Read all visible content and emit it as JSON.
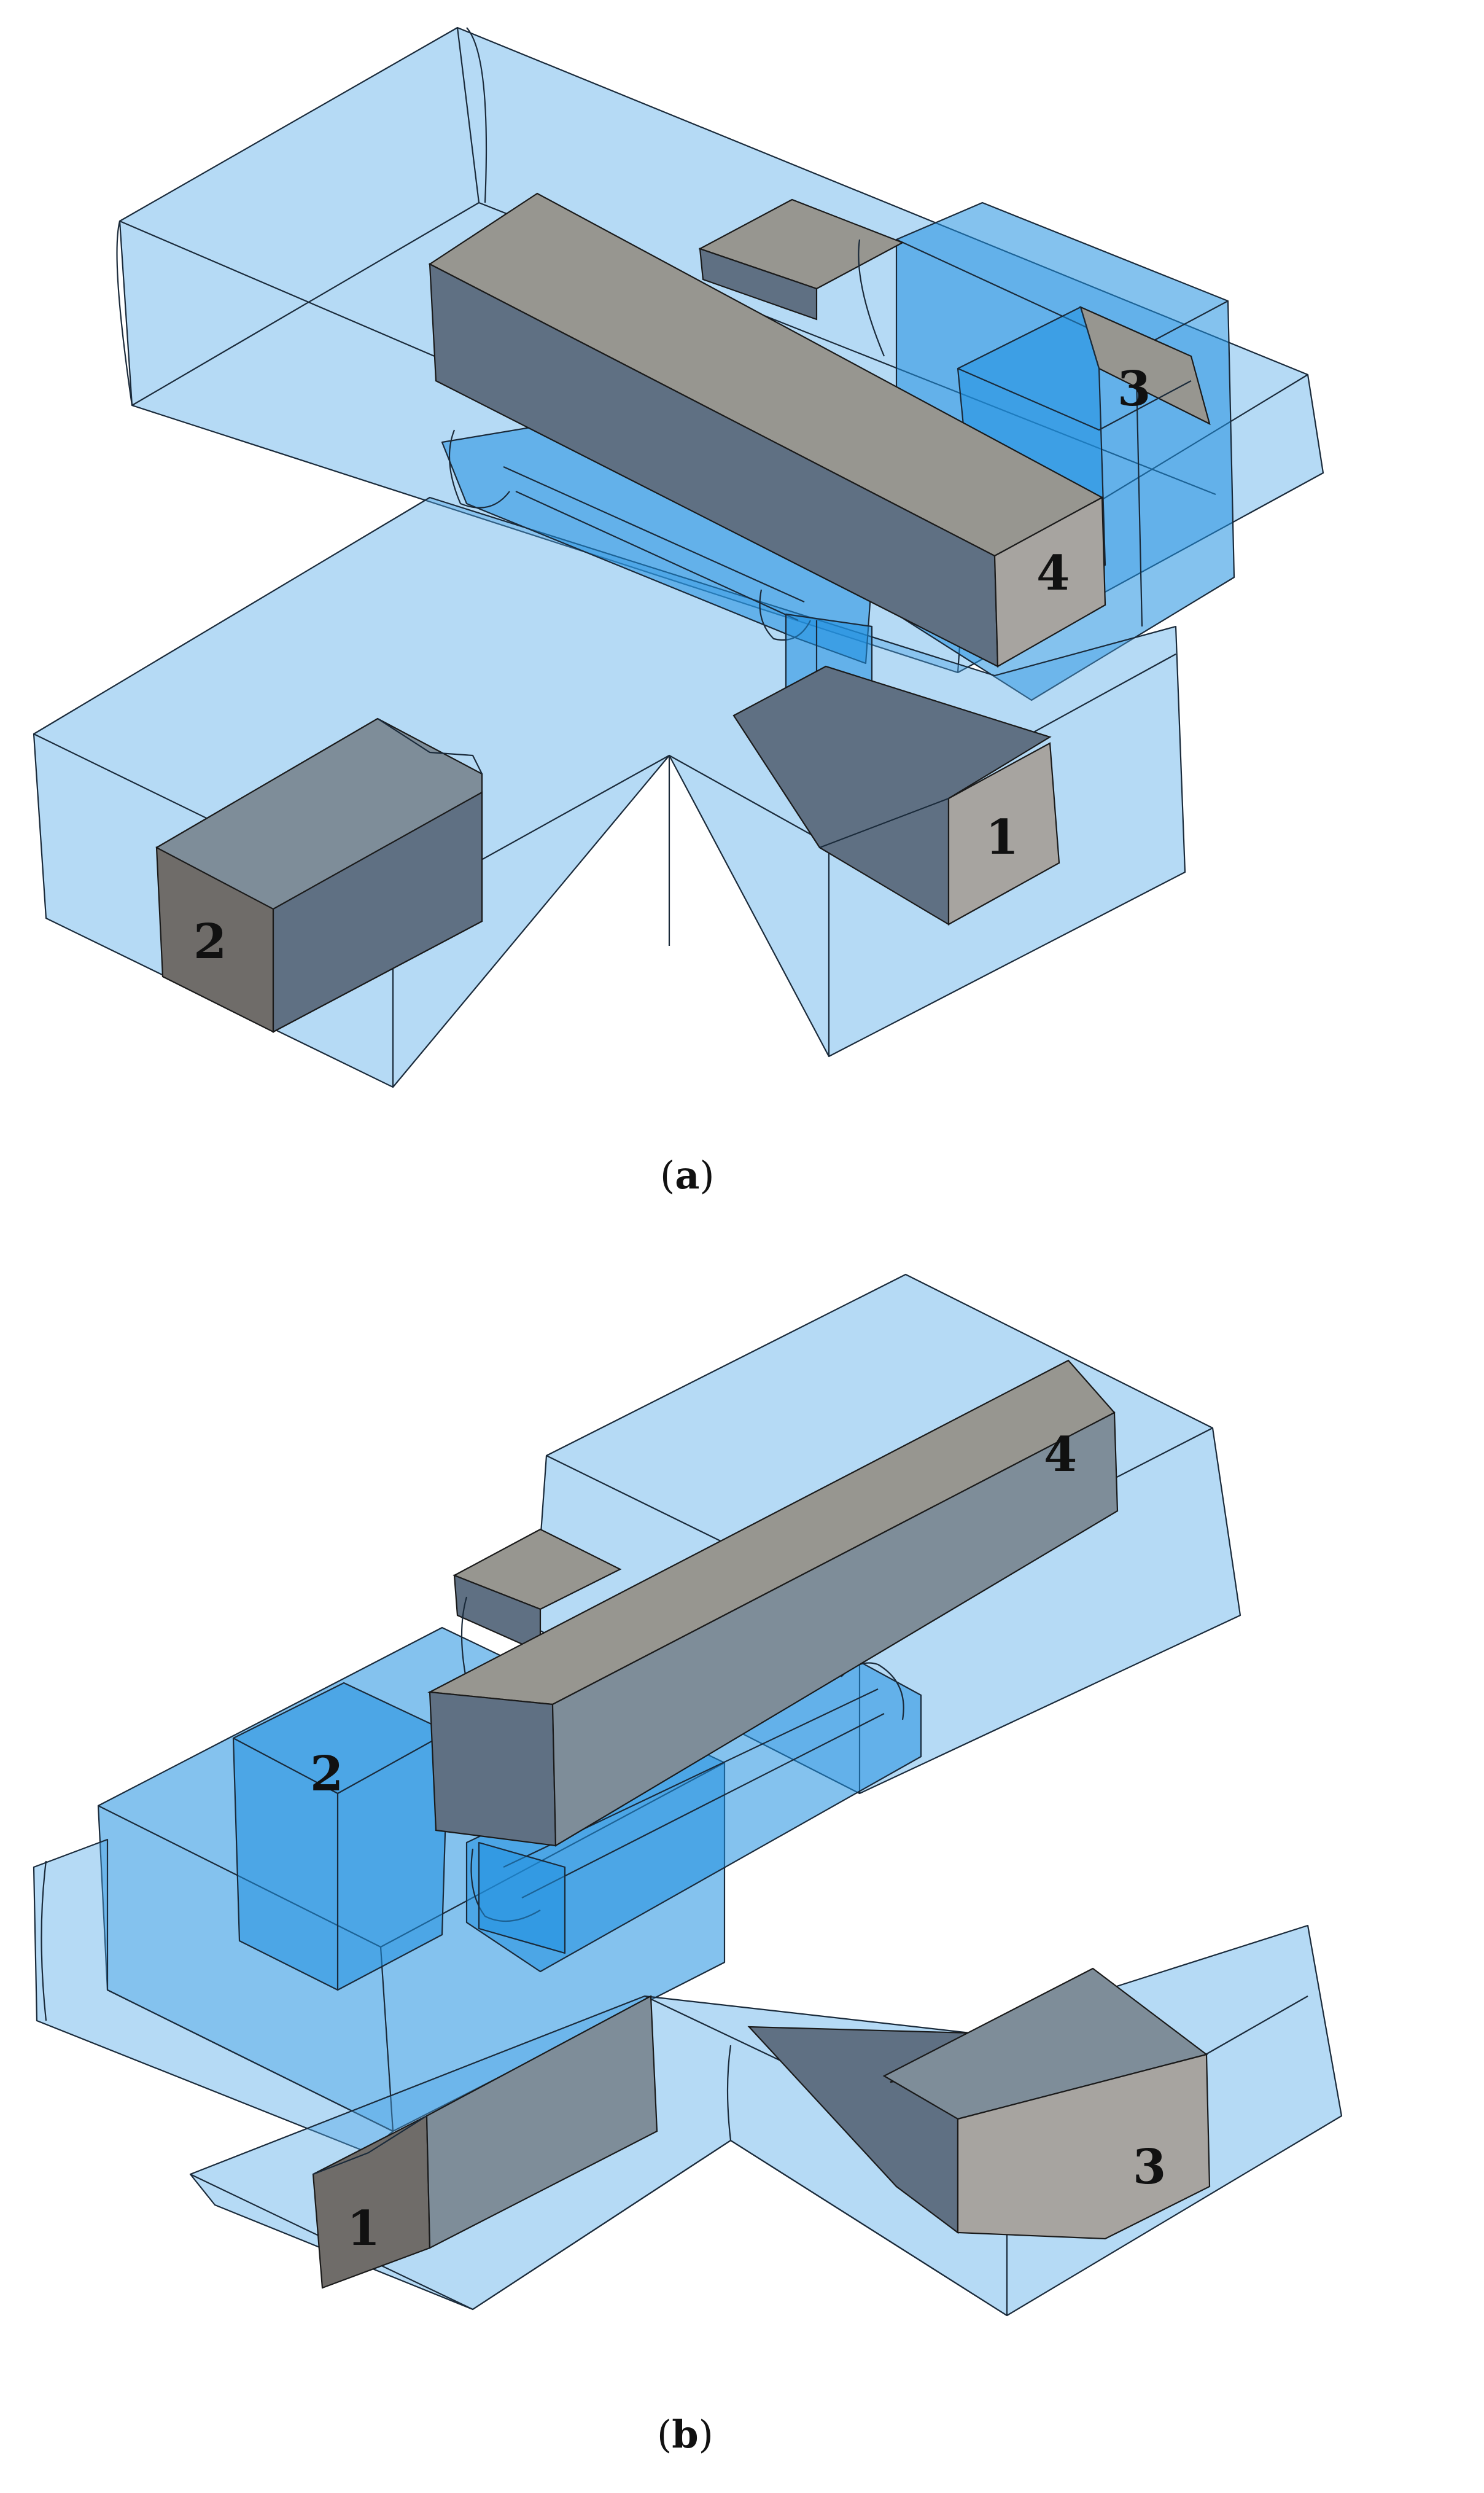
{
  "figure": {
    "panels": [
      {
        "id": "a",
        "caption_letter": "a",
        "port_labels": [
          "1",
          "2",
          "3",
          "4"
        ]
      },
      {
        "id": "b",
        "caption_letter": "b",
        "port_labels": [
          "1",
          "2",
          "3",
          "4"
        ]
      }
    ]
  },
  "colors": {
    "housing": "#4ea7e8",
    "port_gray": "#a7a4a0",
    "edge": "#1a2a3a"
  }
}
